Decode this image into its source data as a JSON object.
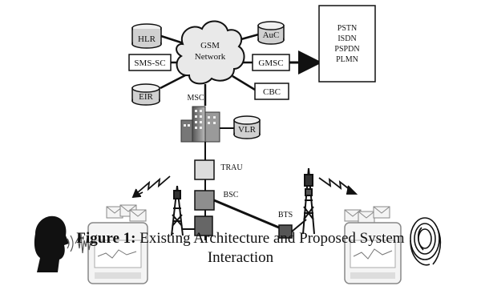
{
  "diagram": {
    "network_cloud": "GSM\nNetwork",
    "databases": {
      "hlr": "HLR",
      "eir": "EIR",
      "auc": "AuC",
      "vlr": "VLR"
    },
    "boxes": {
      "sms_sc": "SMS-SC",
      "gmsc": "GMSC",
      "cbc": "CBC"
    },
    "external_networks": [
      "PSTN",
      "ISDN",
      "PSPDN",
      "PLMN"
    ],
    "msc_label": "MSC",
    "trau_label": "TRAU",
    "bsc_label": "BSC",
    "bts_label": "BTS"
  },
  "caption": {
    "prefix": "Figure 1:",
    "text": " Existing Architecture and Proposed System",
    "line2": "Interaction"
  }
}
